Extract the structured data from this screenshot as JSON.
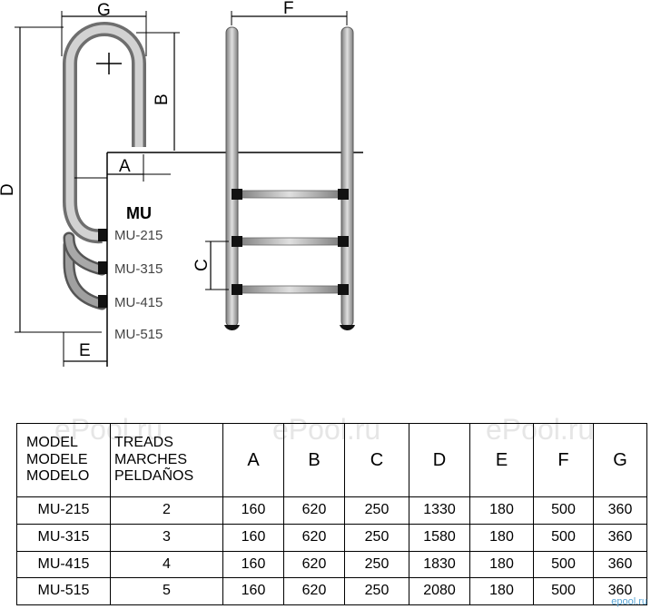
{
  "diagram": {
    "dimensions": {
      "a": "A",
      "b": "B",
      "c": "C",
      "d": "D",
      "e": "E",
      "f": "F",
      "g": "G"
    },
    "series_title": "MU",
    "models": [
      "MU-215",
      "MU-315",
      "MU-415",
      "MU-515"
    ]
  },
  "watermark": "ePool.ru",
  "table": {
    "header": {
      "model": [
        "MODEL",
        "MODELE",
        "MODELO"
      ],
      "treads": [
        "TREADS",
        "MARCHES",
        "PELDAÑOS"
      ],
      "columns": [
        "A",
        "B",
        "C",
        "D",
        "E",
        "F",
        "G"
      ]
    },
    "rows": [
      {
        "model": "MU-215",
        "treads": "2",
        "values": [
          "160",
          "620",
          "250",
          "1330",
          "180",
          "500",
          "360"
        ]
      },
      {
        "model": "MU-315",
        "treads": "3",
        "values": [
          "160",
          "620",
          "250",
          "1580",
          "180",
          "500",
          "360"
        ]
      },
      {
        "model": "MU-415",
        "treads": "4",
        "values": [
          "160",
          "620",
          "250",
          "1830",
          "180",
          "500",
          "360"
        ]
      },
      {
        "model": "MU-515",
        "treads": "5",
        "values": [
          "160",
          "620",
          "250",
          "2080",
          "180",
          "500",
          "360"
        ]
      }
    ]
  },
  "footer": {
    "logo_text": "epool.ru"
  }
}
